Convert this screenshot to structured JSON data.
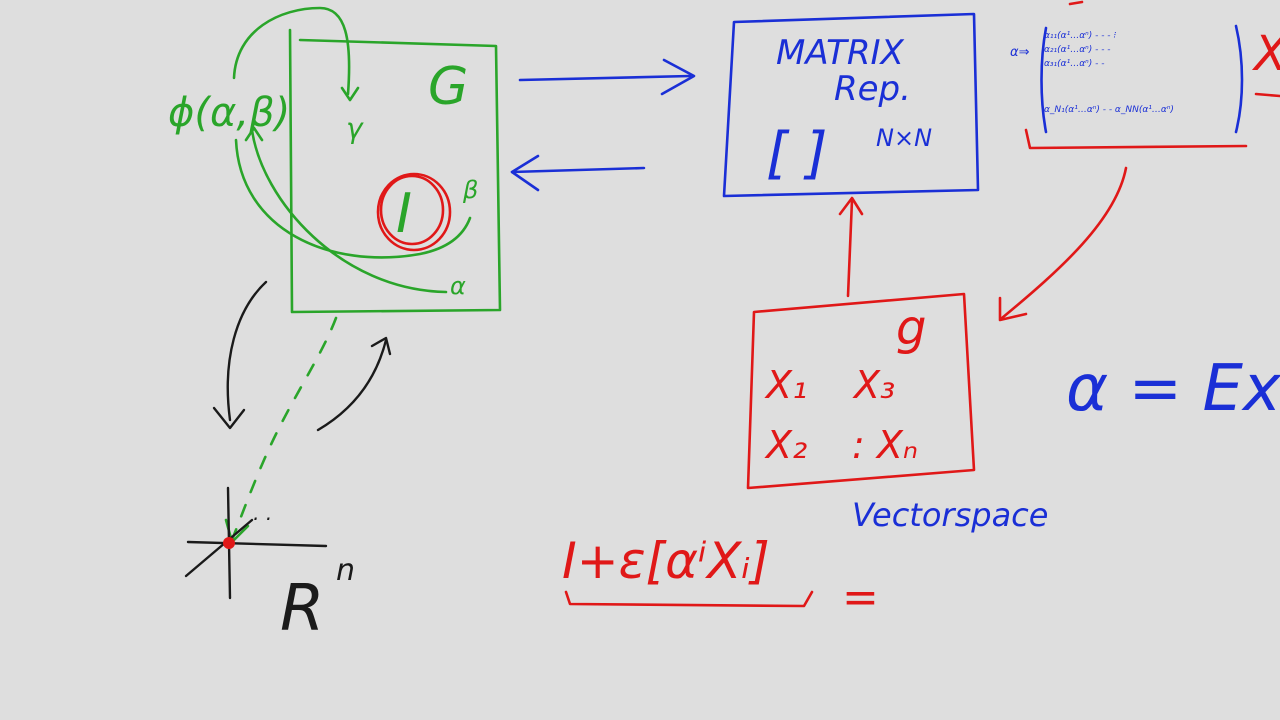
{
  "colors": {
    "background": "#dedede",
    "green": "#2aa52a",
    "blue": "#1a2fd6",
    "red": "#e01818",
    "black": "#1a1a1a"
  },
  "group_box": {
    "label": "G",
    "phi": "ϕ(α,β)",
    "gamma": "γ",
    "beta": "β",
    "alpha": "α",
    "identity": "I"
  },
  "rn_axes": {
    "label": "R",
    "superscript": "n",
    "dots": "·  ·"
  },
  "matrix_rep_box": {
    "line1": "MATRIX",
    "line2": "Rep.",
    "brackets": "[   ]",
    "size": "N×N"
  },
  "matrix_detail": {
    "prefix": "α⇒",
    "rows": [
      "α₁₁(α¹…αⁿ)  -  -  -   ⁝",
      "α₂₁(α¹…αⁿ)  -  -  -",
      "α₃₁(α¹…αⁿ)  -  -",
      "α_N₁(α¹…αⁿ)  -  -        α_NN(α¹…αⁿ)"
    ],
    "edge_letter": "X"
  },
  "algebra_box": {
    "label": "g",
    "generators": [
      "X₁",
      "X₃",
      "X₂",
      ": Xₙ"
    ],
    "caption": "Vectorspace"
  },
  "expressions": {
    "linear": "I+ε[αⁱXᵢ]",
    "equals": "=",
    "exp": "α = Exp"
  }
}
